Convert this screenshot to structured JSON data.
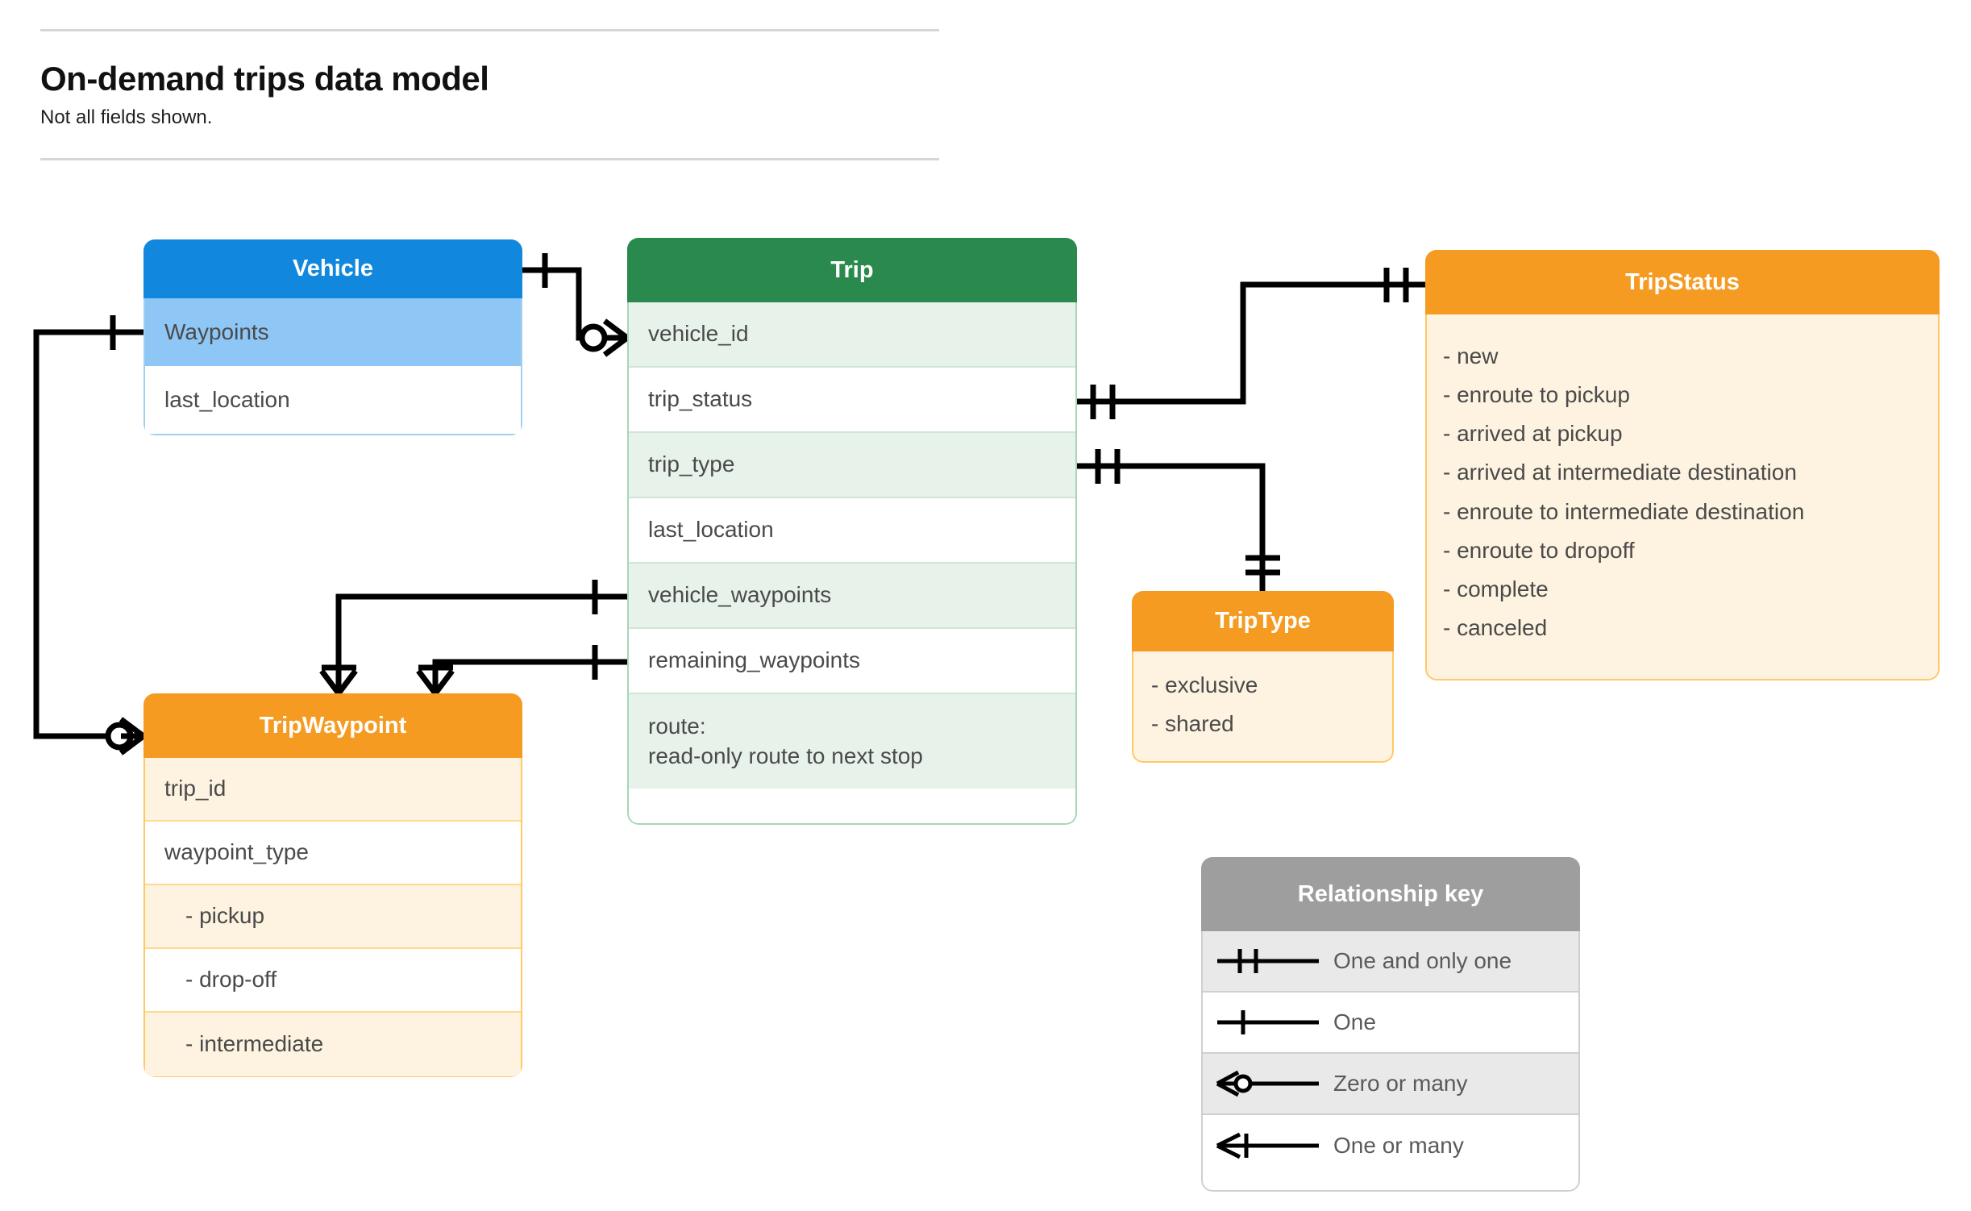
{
  "page": {
    "title": "On-demand trips data model",
    "subtitle": "Not all fields shown."
  },
  "entities": {
    "vehicle": {
      "name": "Vehicle",
      "header_color": "#1188dd",
      "fields": [
        {
          "label": "Waypoints"
        },
        {
          "label": "last_location"
        }
      ]
    },
    "trip": {
      "name": "Trip",
      "header_color": "#2a8a4d",
      "fields": [
        {
          "label": "vehicle_id"
        },
        {
          "label": "trip_status"
        },
        {
          "label": "trip_type"
        },
        {
          "label": "last_location"
        },
        {
          "label": "vehicle_waypoints"
        },
        {
          "label": "remaining_waypoints"
        },
        {
          "label": "route:\nread-only route to next stop"
        }
      ]
    },
    "trip_status": {
      "name": "TripStatus",
      "header_color": "#f59b21",
      "values": [
        "- new",
        "- enroute to pickup",
        "- arrived at pickup",
        "- arrived at intermediate destination",
        "- enroute to intermediate destination",
        "- enroute to dropoff",
        "- complete",
        "- canceled"
      ]
    },
    "trip_type": {
      "name": "TripType",
      "header_color": "#f59b21",
      "values": [
        "- exclusive",
        "- shared"
      ]
    },
    "trip_waypoint": {
      "name": "TripWaypoint",
      "header_color": "#f59b21",
      "fields": [
        {
          "label": "trip_id"
        },
        {
          "label": "waypoint_type"
        },
        {
          "label": "-  pickup"
        },
        {
          "label": "-  drop-off"
        },
        {
          "label": "-  intermediate"
        }
      ]
    }
  },
  "legend": {
    "title": "Relationship key",
    "rows": [
      {
        "symbol": "one-and-only-one-icon",
        "label": "One and only one"
      },
      {
        "symbol": "one-icon",
        "label": "One"
      },
      {
        "symbol": "zero-or-many-icon",
        "label": "Zero or many"
      },
      {
        "symbol": "one-or-many-icon",
        "label": "One or many"
      }
    ]
  },
  "relationships": [
    {
      "from": "Vehicle",
      "from_field": "Vehicle",
      "from_cardinality": "one",
      "to": "Trip",
      "to_field": "vehicle_id",
      "to_cardinality": "zero-or-many"
    },
    {
      "from": "Vehicle",
      "from_field": "Waypoints",
      "from_cardinality": "one",
      "to": "TripWaypoint",
      "to_field": "TripWaypoint",
      "to_cardinality": "zero-or-many"
    },
    {
      "from": "Trip",
      "from_field": "trip_status",
      "from_cardinality": "one-and-only-one",
      "to": "TripStatus",
      "to_field": "TripStatus",
      "to_cardinality": "one-and-only-one"
    },
    {
      "from": "Trip",
      "from_field": "trip_type",
      "from_cardinality": "one-and-only-one",
      "to": "TripType",
      "to_field": "TripType",
      "to_cardinality": "one-and-only-one"
    },
    {
      "from": "Trip",
      "from_field": "vehicle_waypoints",
      "from_cardinality": "one",
      "to": "TripWaypoint",
      "to_field": "TripWaypoint",
      "to_cardinality": "one-or-many"
    },
    {
      "from": "Trip",
      "from_field": "remaining_waypoints",
      "from_cardinality": "one",
      "to": "TripWaypoint",
      "to_field": "TripWaypoint",
      "to_cardinality": "one-or-many"
    }
  ]
}
